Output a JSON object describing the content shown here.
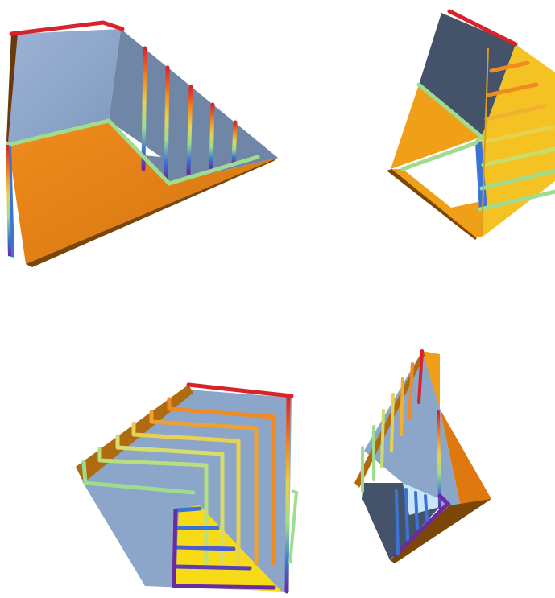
{
  "figure": {
    "panels": [
      {
        "id": "top-left"
      },
      {
        "id": "top-right"
      },
      {
        "id": "bottom-left"
      },
      {
        "id": "bottom-right"
      }
    ],
    "colors": {
      "background": "#ffffff",
      "face_light": "#8ca6c9",
      "face_dark": "#44536a",
      "orange": "#e6861a",
      "orange_dark": "#7a4708",
      "yellow": "#f2c12e",
      "bright_yellow": "#f7db17",
      "edge_red": "#d8232a",
      "edge_orange": "#f08a22",
      "edge_yellow": "#e7d24f",
      "edge_green": "#9fdc8d",
      "edge_blue": "#3c74d6",
      "edge_purple": "#6a2aa0"
    }
  }
}
